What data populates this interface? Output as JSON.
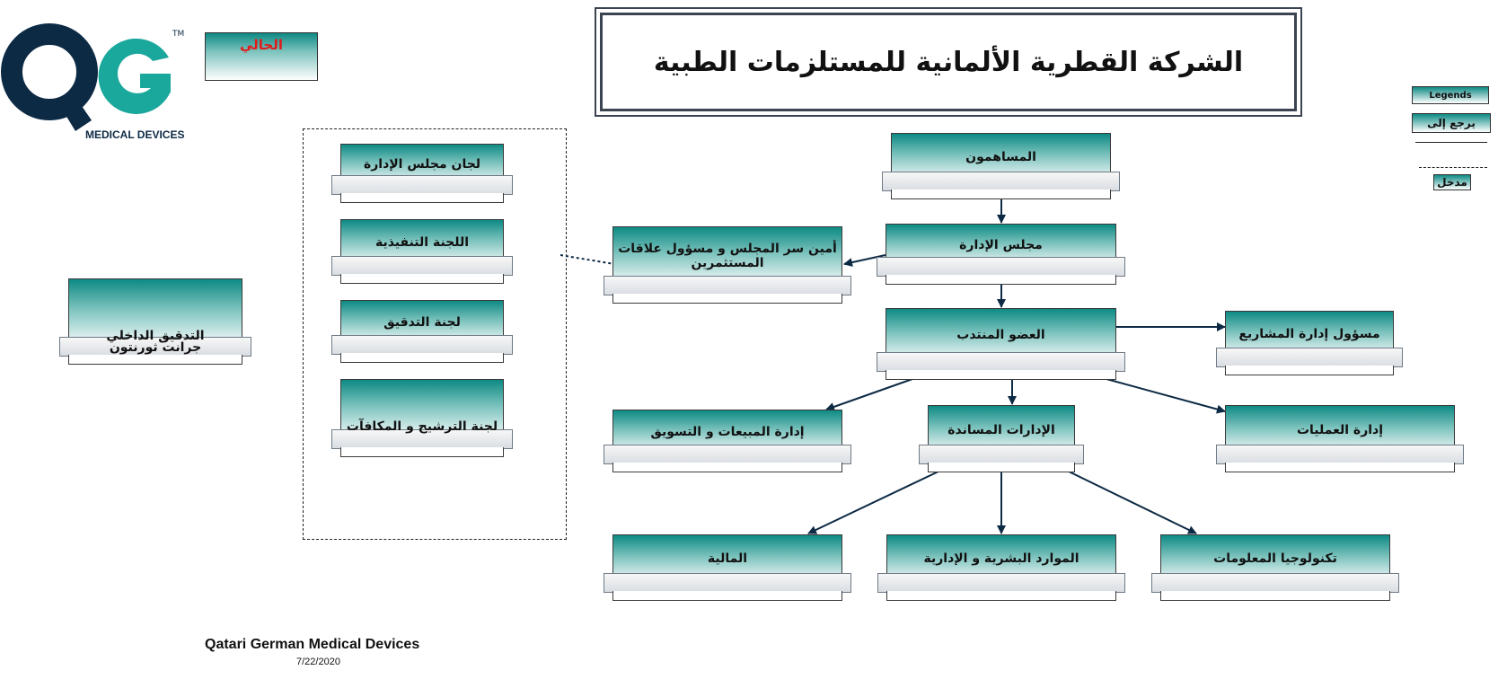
{
  "logo": {
    "letters": "QG",
    "trademark": "TM",
    "subtitle": "MEDICAL DEVICES",
    "colors": {
      "navy": "#0d2a45",
      "teal": "#1aa79c"
    }
  },
  "legend_current": "الحالي",
  "title": "الشركة القطرية الألمانية للمستلزمات الطبية",
  "legends": {
    "header": "Legends",
    "reports_to": "يرجع إلى",
    "input": "مدخل"
  },
  "nodes": {
    "shareholders": "المساهمون",
    "board": "مجلس الإدارة",
    "secretary": "أمين سر المجلس و مسؤول علاقات المستثمرين",
    "managing_member": "العضو المنتدب",
    "project_manager": "مسؤول إدارة المشاريع",
    "sales_marketing": "إدارة المبيعات و التسويق",
    "support": "الإدارات المساندة",
    "operations": "إدارة العمليات",
    "finance": "المالية",
    "hr_admin": "الموارد البشرية و الإدارية",
    "it": "تكنولوجيا المعلومات",
    "internal_audit": "التدقيق الداخلي",
    "auditor_firm": "جرانت ثورنتون"
  },
  "committees": [
    "لجان مجلس الإدارة",
    "اللجنة التنفيذية",
    "لجنة التدقيق",
    "لجنة الترشيح و المكافآت"
  ],
  "footer": {
    "company": "Qatari German Medical Devices",
    "date": "7/22/2020"
  },
  "colors": {
    "node_teal": "#0e8a84",
    "current_label_red": "#e01b1b",
    "title_border": "#3b4450"
  }
}
